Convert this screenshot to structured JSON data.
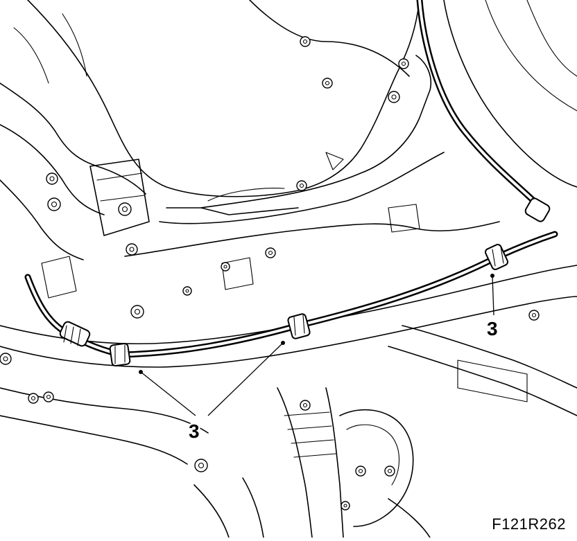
{
  "diagram": {
    "callouts": [
      {
        "id": "clamp-front-left",
        "label": "3"
      },
      {
        "id": "clamp-middle",
        "label": "3"
      },
      {
        "id": "clamp-rear-right",
        "label": "3"
      }
    ],
    "figure_id": "F121R262"
  },
  "colors": {
    "ink": "#000000",
    "paper": "#ffffff"
  }
}
